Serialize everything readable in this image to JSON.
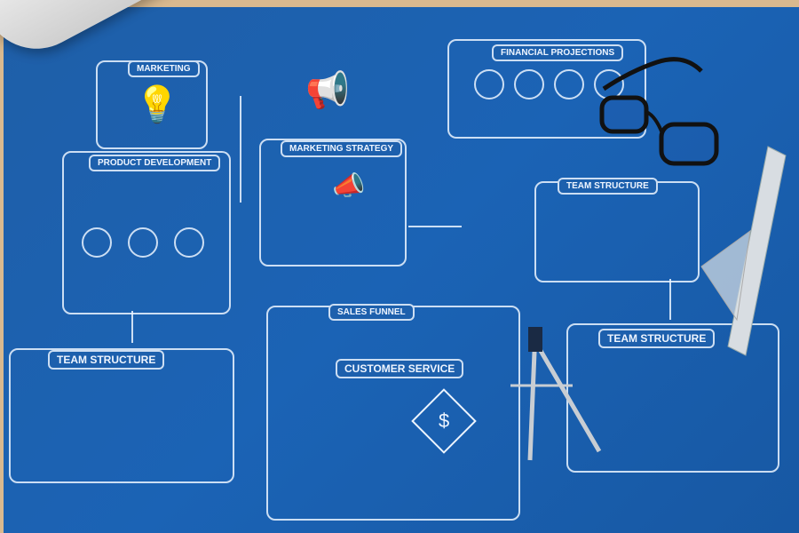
{
  "blueprint": {
    "marketing": "MARKETING",
    "product_development": "PRODUCT DEVELOPMENT",
    "marketing_strategy": "MARKETING STRATEGY",
    "financial_projections": "FINANCIAL PROJECTIONS",
    "team_structure_right": "TEAM STRUCTURE",
    "team_structure_left": "TEAM STRUCTURE",
    "team_structure_bottom_right": "TEAM STRUCTURE",
    "sales_funnel": "SALES FUNNEL",
    "customer_service": "CUSTOMER SERVICE"
  },
  "objects": [
    "paper-roll",
    "eyeglasses",
    "drafting-compass",
    "set-square-ruler"
  ],
  "colors": {
    "blueprint": "#1b63b5",
    "lines": "#ebf4ff",
    "desk": "#d9b98f"
  }
}
